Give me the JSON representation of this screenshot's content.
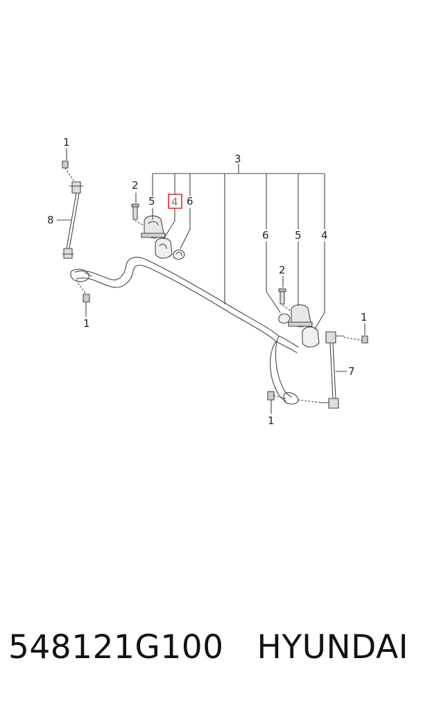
{
  "callouts": {
    "c1_top": "1",
    "c8": "8",
    "c1_left": "1",
    "c2_left": "2",
    "c3": "3",
    "c5_left": "5",
    "c4_highlight": "4",
    "c6_left": "6",
    "c6_right": "6",
    "c5_right": "5",
    "c4_right": "4",
    "c2_right": "2",
    "c1_right_top": "1",
    "c7": "7",
    "c1_bottom": "1"
  },
  "caption": {
    "part_number": "548121G100",
    "brand": "HYUNDAI"
  },
  "colors": {
    "line": "#444444",
    "highlight": "#d9262c"
  }
}
